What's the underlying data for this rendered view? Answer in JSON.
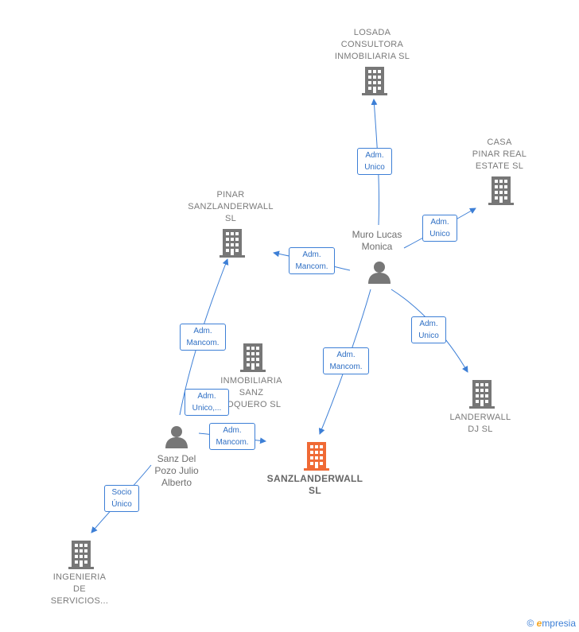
{
  "colors": {
    "accent": "#3d7fd6",
    "building": "#777777",
    "building_main": "#f06a35",
    "person": "#777777"
  },
  "companies": {
    "losada": "LOSADA\nCONSULTORA\nINMOBILIARIA SL",
    "casa_pinar": "CASA\nPINAR REAL\nESTATE  SL",
    "pinar_sanz": "PINAR\nSANZLANDERWALL\nSL",
    "inmobiliaria_sanz": "INMOBILIARIA\nSANZ\nLOQUERO  SL",
    "landerwall": "LANDERWALL\nDJ  SL",
    "sanzlanderwall": "SANZLANDERWALL\nSL",
    "ingenieria": "INGENIERIA\nDE\nSERVICIOS..."
  },
  "persons": {
    "muro": "Muro Lucas\nMonica",
    "sanz": "Sanz Del\nPozo Julio\nAlberto"
  },
  "edges": {
    "muro_losada": "Adm.\nUnico",
    "muro_casa": "Adm.\nUnico",
    "muro_pinar": "Adm.\nMancom.",
    "muro_landerwall": "Adm.\nUnico",
    "muro_main": "Adm.\nMancom.",
    "sanz_pinar": "Adm.\nMancom.",
    "sanz_inmob": "Adm.\nUnico,...",
    "sanz_main": "Adm.\nMancom.",
    "sanz_ingenieria": "Socio\nÚnico"
  },
  "footer": {
    "copyright_symbol": "©",
    "brand_first": "e",
    "brand_rest": "mpresia"
  }
}
